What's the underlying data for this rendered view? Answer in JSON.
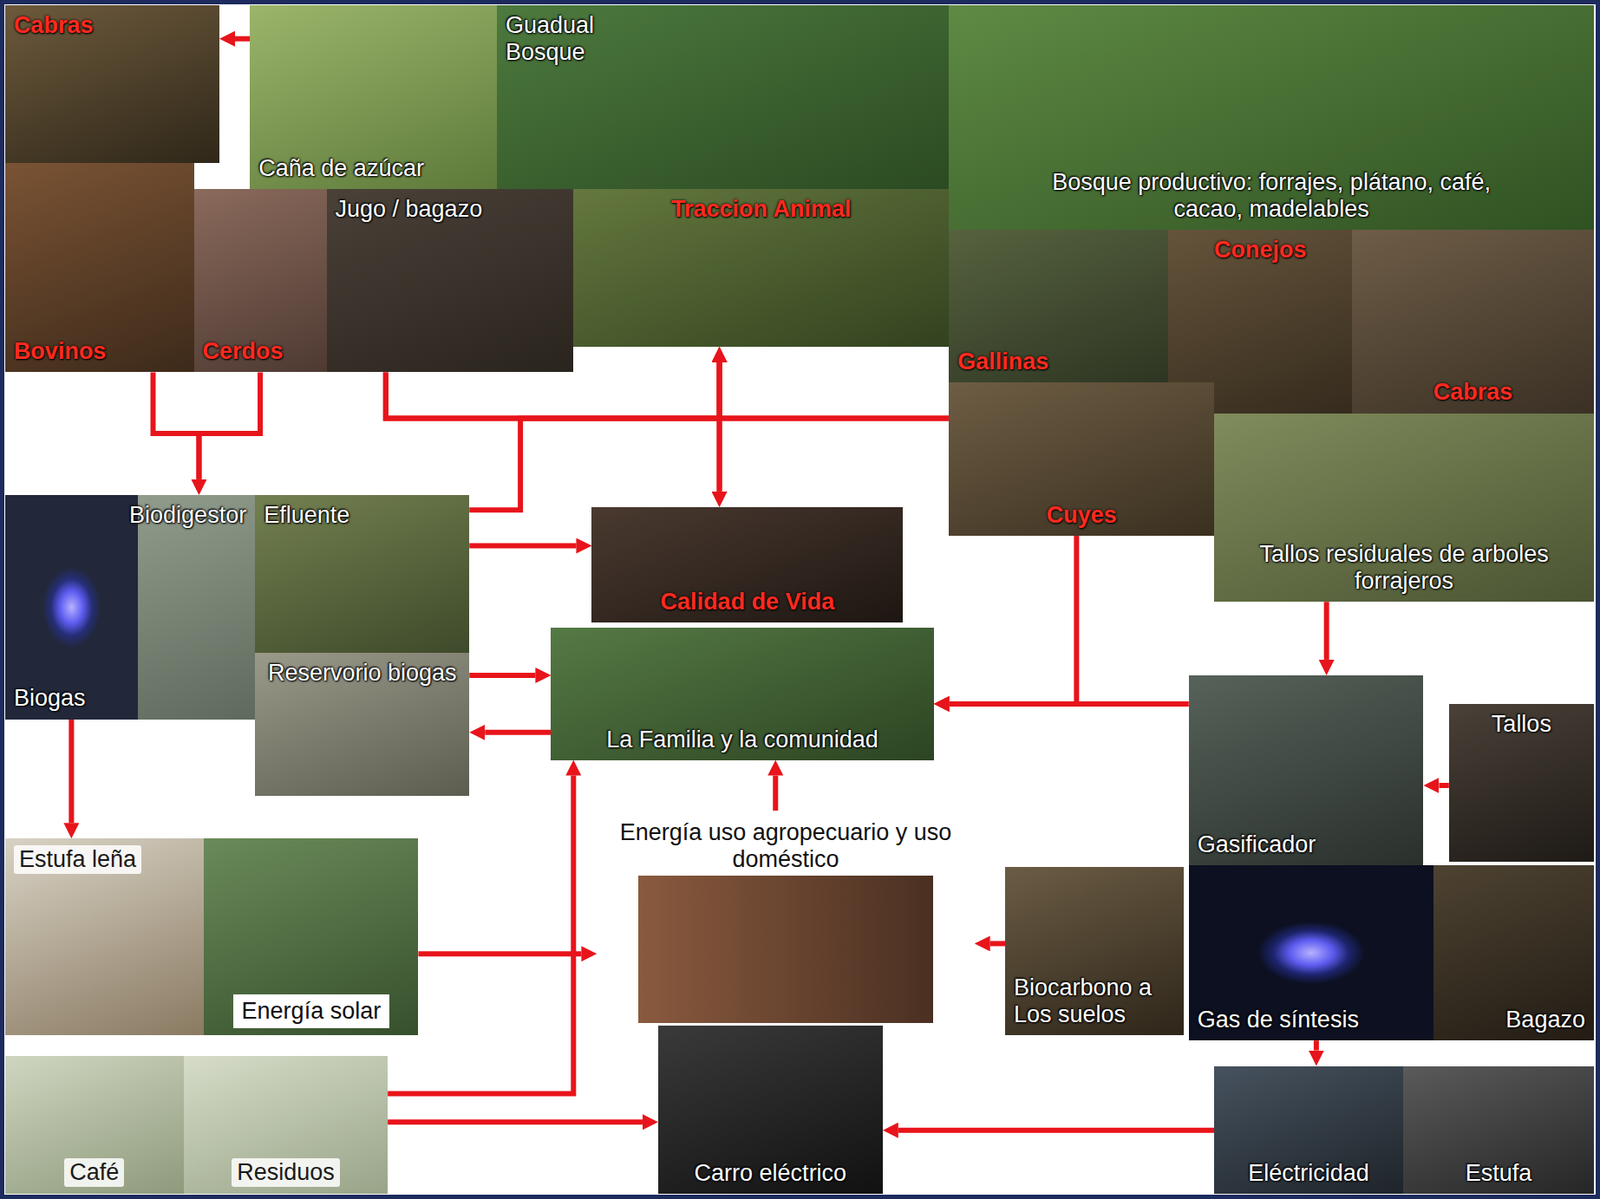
{
  "diagram": {
    "nodes": [
      {
        "text": [
          "Cabras"
        ]
      },
      {
        "text": [
          "Caña de azúcar"
        ]
      },
      {
        "text": [
          "Guadual Bosque"
        ]
      },
      {
        "text": [
          "Bosque productivo: forrajes, plátano, café, cacao, madelables"
        ]
      },
      {
        "text": [
          "Bovinos"
        ]
      },
      {
        "text": [
          "Cerdos"
        ]
      },
      {
        "text": [
          "Jugo / bagazo"
        ]
      },
      {
        "text": [
          "Traccion Animal"
        ]
      },
      {
        "text": [
          "Gallinas"
        ]
      },
      {
        "text": [
          "Conejos"
        ]
      },
      {
        "text": [
          "Cabras"
        ]
      },
      {
        "text": [
          "Cuyes"
        ]
      },
      {
        "text": [
          "Tallos residuales de arboles forrajeros"
        ]
      },
      {
        "text": [
          "Biodigestor"
        ]
      },
      {
        "text": [
          "Biogas"
        ],
        "in": 13
      },
      {
        "text": [
          "Efluente"
        ]
      },
      {
        "text": [
          "Reservorio biogas"
        ]
      },
      {
        "text": [
          "Calidad de Vida"
        ]
      },
      {
        "text": [
          "La Familia y la comunidad"
        ]
      },
      {
        "text": [
          "Gasificador"
        ]
      },
      {
        "text": [
          "Tallos"
        ]
      },
      {
        "text": [
          "Estufa leña"
        ]
      },
      {
        "text": [
          "Energía solar"
        ]
      },
      {
        "text": [
          "Energía uso agropecuario y uso doméstico"
        ]
      },
      {
        "text": [
          "Biocarbono a Los suelos"
        ]
      },
      {
        "text": [
          "Gas de síntesis"
        ]
      },
      {
        "text": [
          "Bagazo"
        ]
      },
      {
        "text": [
          "Café"
        ]
      },
      {
        "text": [
          "Residuos"
        ]
      },
      {
        "text": [
          "Carro eléctrico"
        ]
      },
      {
        "text": [
          "Eléctricidad"
        ]
      },
      {
        "text": [
          "Estufa"
        ]
      }
    ],
    "edges": [
      {
        "from": 1,
        "to": 0,
        "arrow": "to"
      },
      {
        "from": 4,
        "to": 13,
        "arrow": "to"
      },
      {
        "from": 5,
        "to": 13,
        "arrow": "to"
      },
      {
        "from": 6,
        "to": 7,
        "arrow": "to"
      },
      {
        "from": 6,
        "to": 17,
        "arrow": "to"
      },
      {
        "from": 11,
        "to": 7,
        "arrow": "to"
      },
      {
        "from": 11,
        "to": 17,
        "arrow": "to"
      },
      {
        "from": 15,
        "to": 7,
        "arrow": "to"
      },
      {
        "from": 15,
        "to": 17,
        "arrow": "to"
      },
      {
        "from": 16,
        "to": 18,
        "arrow": "to"
      },
      {
        "from": 18,
        "to": 16,
        "arrow": "to"
      },
      {
        "from": 14,
        "to": 21,
        "arrow": "to"
      },
      {
        "from": 22,
        "to": 23,
        "arrow": "to"
      },
      {
        "from": 23,
        "to": 18,
        "arrow": "to"
      },
      {
        "from": 28,
        "to": 29,
        "arrow": "to"
      },
      {
        "from": 28,
        "to": 18,
        "arrow": "to"
      },
      {
        "from": 11,
        "to": 18,
        "arrow": "to"
      },
      {
        "from": 19,
        "to": 18,
        "arrow": "to"
      },
      {
        "from": 12,
        "to": 19,
        "arrow": "to"
      },
      {
        "from": 20,
        "to": 19,
        "arrow": "to"
      },
      {
        "from": 24,
        "to": 23,
        "arrow": "to"
      },
      {
        "from": 25,
        "to": 30,
        "arrow": "to"
      },
      {
        "from": 30,
        "to": 29,
        "arrow": "to"
      }
    ]
  }
}
